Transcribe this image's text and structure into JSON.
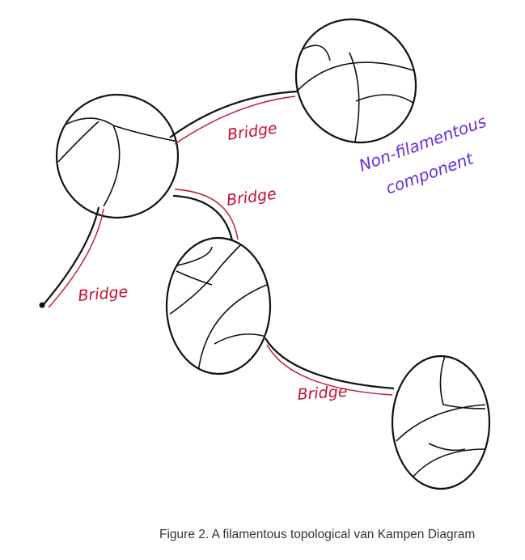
{
  "diagram": {
    "bridge_labels": [
      "Bridge",
      "Bridge",
      "Bridge",
      "Bridge"
    ],
    "component_label_line1": "Non-filamentous",
    "component_label_line2": "component",
    "colors": {
      "stroke": "#111111",
      "bridge": "#c8102e",
      "component": "#6a2be0"
    }
  },
  "caption": "Figure 2. A filamentous topological van Kampen Diagram"
}
